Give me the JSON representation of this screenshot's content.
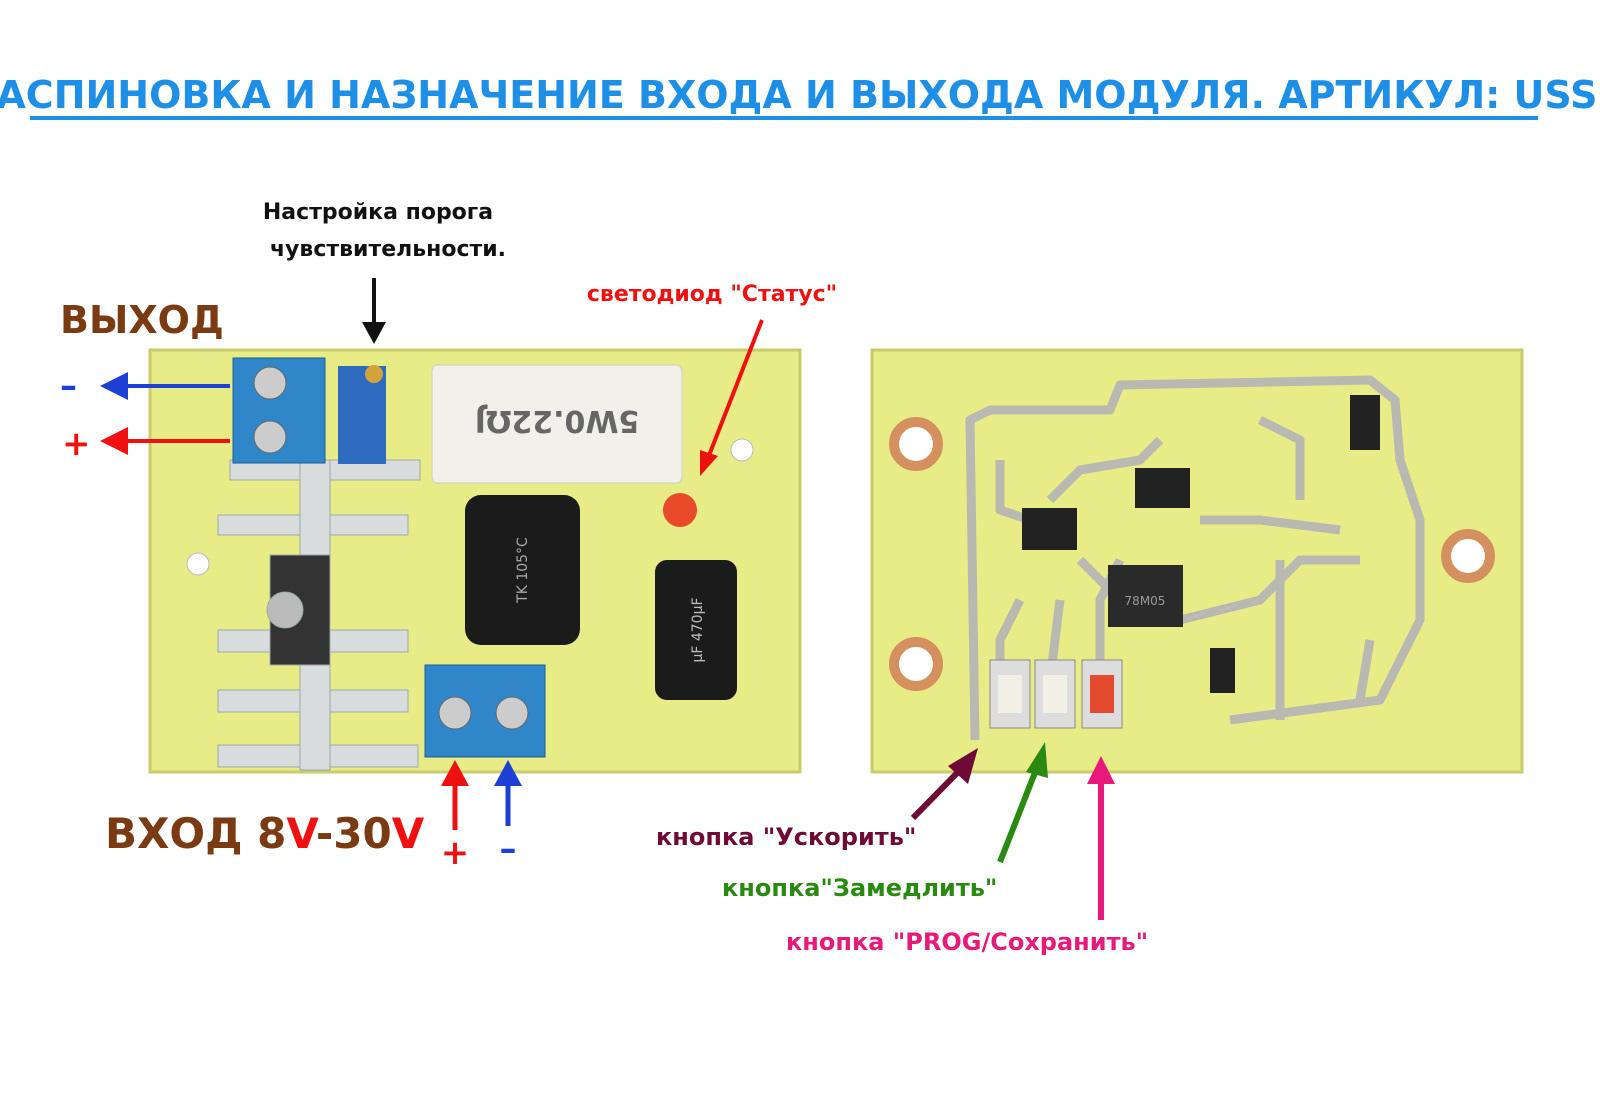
{
  "title": "РАСПИНОВКА И НАЗНАЧЕНИЕ ВХОДА И ВЫХОДА МОДУЛЯ. АРТИКУЛ: USS",
  "left_board": {
    "output_label": "ВЫХОД",
    "output_minus": "–",
    "output_plus": "+",
    "trimmer_label_line1": "Настройка порога",
    "trimmer_label_line2": "чувствительности.",
    "led_label": "светодиод \"Статус\"",
    "input_label_prefix": "ВХОД 8",
    "input_label_v1": "V",
    "input_label_mid": "-30",
    "input_label_v2": "V",
    "input_plus": "+",
    "input_minus": "–",
    "resistor_marking": "5W0.22ΩJ",
    "cap1_marking": "TK 105°C",
    "cap2_marking": "µF 470µF"
  },
  "right_board": {
    "button_speed_up": "кнопка \"Ускорить\"",
    "button_slow_down": "кнопка\"Замедлить\"",
    "button_prog_save": "кнопка \"PROG/Сохранить\"",
    "regulator_marking": "78M05"
  },
  "colors": {
    "title": "#1e8fe6",
    "brown": "#7a3a12",
    "red": "#f01010",
    "blue": "#1c3fd6",
    "maroon": "#6e0a35",
    "green": "#2a8a10",
    "pink": "#e8197a",
    "pcb": "#e8ec86"
  }
}
